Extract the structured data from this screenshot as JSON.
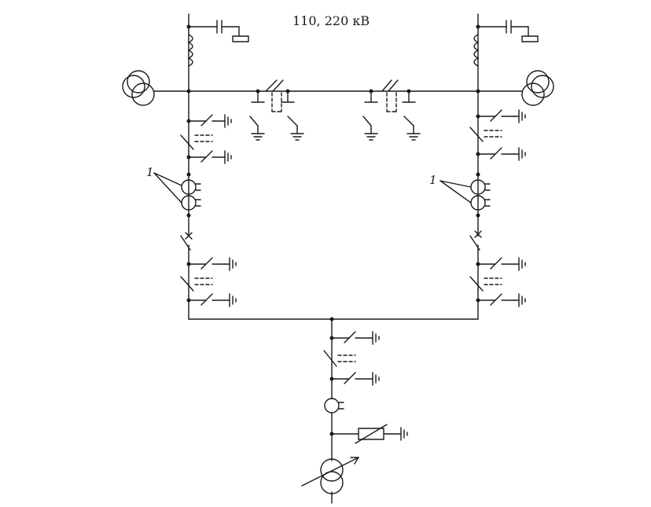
{
  "diagram": {
    "voltage_label": "110, 220 кВ",
    "ct_marker_left": "1",
    "ct_marker_right": "1"
  },
  "colors": {
    "ink": "#1a1a1a",
    "background": "#ffffff"
  }
}
